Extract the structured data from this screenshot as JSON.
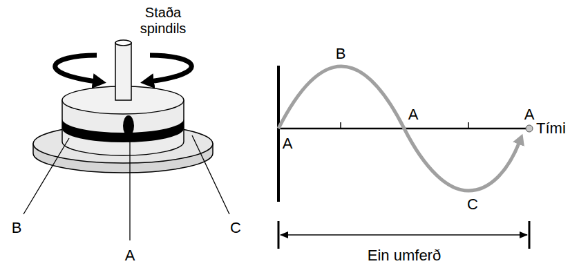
{
  "diagram": {
    "labels": [
      "Staða spindils",
      "B",
      "A",
      "A",
      "Tími",
      "A",
      "C",
      "Ein umferð",
      "B",
      "A",
      "C"
    ]
  }
}
